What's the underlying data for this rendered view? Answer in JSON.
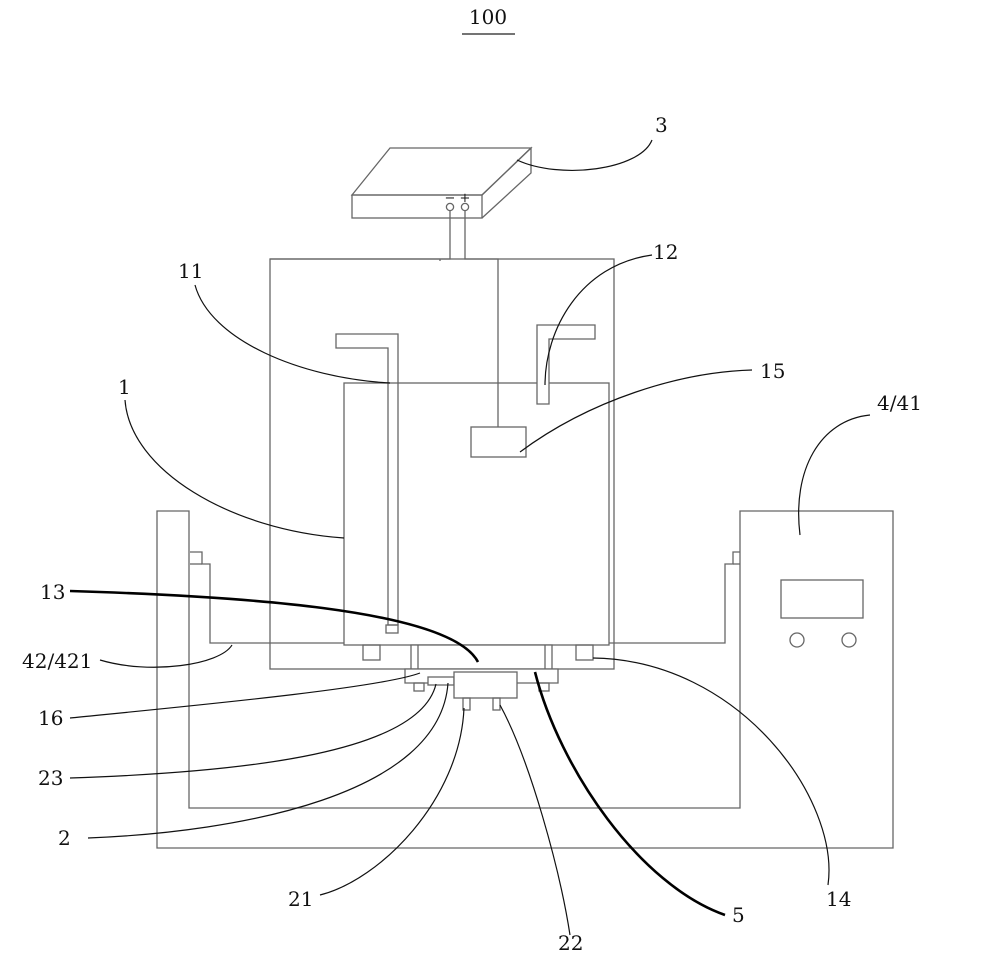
{
  "figure": {
    "title": "100",
    "power_polarity": {
      "negative": "−",
      "positive": "+"
    },
    "labels": {
      "power_supply": "3",
      "inner_vessel": "11",
      "pipe_12": "12",
      "element_15": "15",
      "outer_tank": "4/41",
      "tank_body": "1",
      "wire_13": "13",
      "trough": "42/421",
      "part_16": "16",
      "part_23": "23",
      "part_2": "2",
      "part_21": "21",
      "part_22": "22",
      "wire_5": "5",
      "foot_14": "14"
    }
  }
}
